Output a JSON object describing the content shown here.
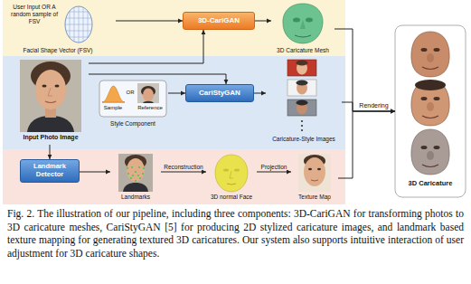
{
  "diagram": {
    "caption": "Fig. 2. The illustration of our pipeline, including three components: 3D-CariGAN for transforming photos to 3D caricature meshes, CariStyGAN [5] for producing 2D stylized caricature images, and landmark based texture mapping for generating textured 3D caricatures. Our system also supports intuitive interaction of user adjustment for 3D caricature shapes.",
    "nodes": [
      {
        "text": [
          "User Input OR A random sample of FSV",
          "Facial Shape Vector (FSV)"
        ]
      },
      {
        "text": [
          "3D-CariGAN"
        ]
      },
      {
        "text": [
          "3D Caricature Mesh"
        ]
      },
      {
        "text": [
          "Input Photo Image"
        ]
      },
      {
        "text": [
          "Sample",
          "OR",
          "Reference",
          "Style Component"
        ]
      },
      {
        "text": [
          "CariStyGAN"
        ]
      },
      {
        "text": [
          "Caricature-Style Images"
        ]
      },
      {
        "text": [
          "Landmark Detector"
        ]
      },
      {
        "text": [
          "Landmarks"
        ]
      },
      {
        "text": [
          "3D normal Face"
        ]
      },
      {
        "text": [
          "Texture Map"
        ]
      },
      {
        "text": [
          "3D Caricature"
        ]
      }
    ],
    "edges": [
      {
        "from": 0,
        "to": 1,
        "arrow": "to"
      },
      {
        "from": 3,
        "to": 1,
        "arrow": "to"
      },
      {
        "from": 1,
        "to": 2,
        "arrow": "to"
      },
      {
        "from": 3,
        "to": 5,
        "arrow": "to"
      },
      {
        "from": 4,
        "to": 5,
        "arrow": "to"
      },
      {
        "from": 5,
        "to": 6,
        "arrow": "to"
      },
      {
        "from": 3,
        "to": 7,
        "arrow": "to"
      },
      {
        "from": 7,
        "to": 8,
        "arrow": "to"
      },
      {
        "from": 8,
        "to": 9,
        "label": "Reconstruction",
        "arrow": "to"
      },
      {
        "from": 9,
        "to": 10,
        "label": "Projection",
        "arrow": "to"
      },
      {
        "from": 2,
        "to": 11,
        "arrow": "to"
      },
      {
        "from": 6,
        "to": 11,
        "label": "Rendering",
        "arrow": "to"
      },
      {
        "from": 10,
        "to": 11,
        "arrow": "to"
      }
    ]
  }
}
